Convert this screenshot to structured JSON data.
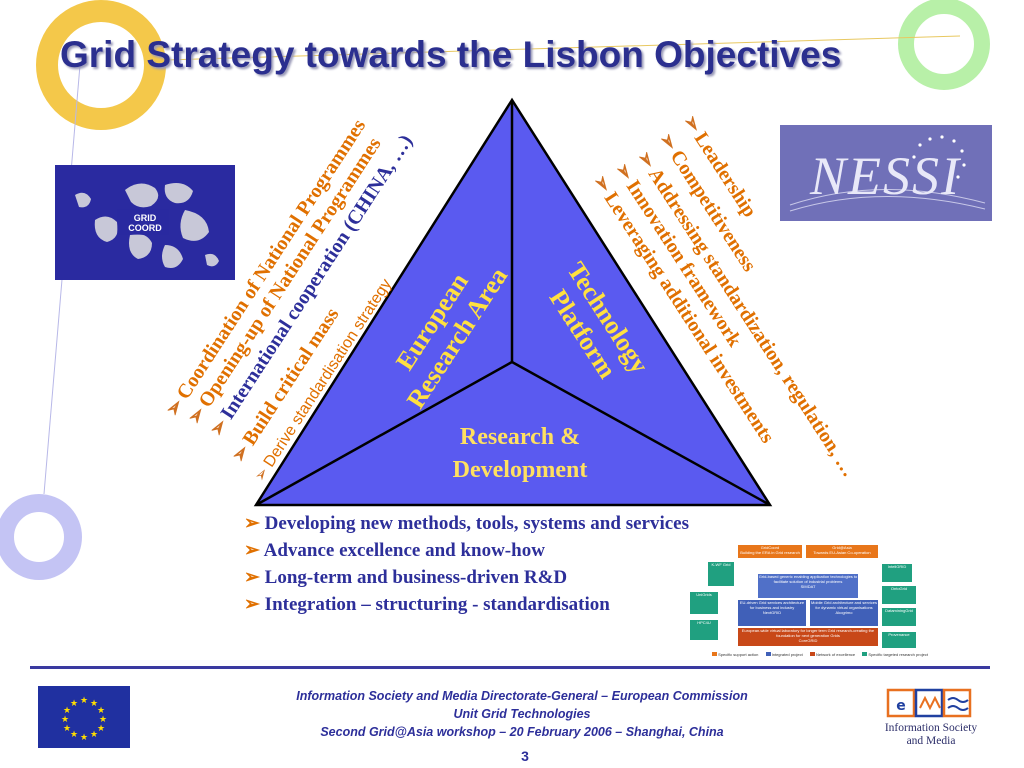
{
  "title": "Grid Strategy towards the Lisbon Objectives",
  "left_items": [
    {
      "text": "Coordination of National Programmes",
      "style": "orange"
    },
    {
      "text": "Opening-up of National Programmes",
      "style": "orange"
    },
    {
      "text": "International cooperation (CHINA, …)",
      "style": "blue"
    },
    {
      "text": "Build critical mass",
      "style": "orange"
    },
    {
      "text": "Derive standardisation strategy",
      "style": "sans"
    }
  ],
  "right_items": [
    "Leadership",
    "Competitiveness",
    "Addressing standardization, regulation, …",
    "Innovation framework",
    "Leveraging additional investments"
  ],
  "triangle": {
    "left_label": [
      "European",
      "Research Area"
    ],
    "right_label": [
      "Technology",
      "Platform"
    ],
    "bottom_label": [
      "Research &",
      "Development"
    ],
    "fill": "#5a5af0",
    "stroke": "#000000"
  },
  "bullets": [
    "Developing new methods, tools, systems and services",
    "Advance excellence and know-how",
    "Long-term and business-driven R&D",
    "Integration – structuring - standardisation"
  ],
  "logos": {
    "gridcoord": "GRID COORD",
    "nessi": "NESSI",
    "eu_flag": "eu-flag",
    "ism": "Information Society and Media"
  },
  "mini_diagram": {
    "top_left": "GridCoord",
    "top_left_sub": "Building the ERA in Grid research",
    "top_right": "Grid@Asia",
    "top_right_sub": "Towards EU-Asian Co-operation",
    "simdat": "Grid-based generic enabling application technologies to facilitate solution of industrial problems",
    "simdat_name": "SIMDAT",
    "nextgrid": "EU-driven Grid services architecture for business and industry",
    "nextgrid_name": "NextGRID",
    "akogrimo": "Mobile Grid architecture and services for dynamic virtual organisations",
    "akogrimo_name": "Akogrimo",
    "coregrid": "European-wide virtual laboratory for longer term Grid research-creating the foundation for next generation Grids",
    "coregrid_name": "CoreGRID",
    "side_left": [
      "K-WF Grid",
      "UniGrids",
      "HPC4U"
    ],
    "side_right": [
      "InteliGRID",
      "OntoGrid",
      "DataminingGrid",
      "Provenance"
    ],
    "legend": [
      "Specific support action",
      "Integrated project",
      "Network of excellence",
      "Specific targeted research project"
    ]
  },
  "footer": {
    "line1": "Information Society and Media Directorate-General – European Commission",
    "line2": "Unit Grid Technologies",
    "line3": "Second Grid@Asia workshop – 20 February 2006 –  Shanghai, China",
    "page": "3"
  },
  "colors": {
    "title": "#2b2f8f",
    "accent_orange": "#e07000",
    "triangle_fill": "#5a5af0",
    "label_yellow": "#ffe040"
  }
}
